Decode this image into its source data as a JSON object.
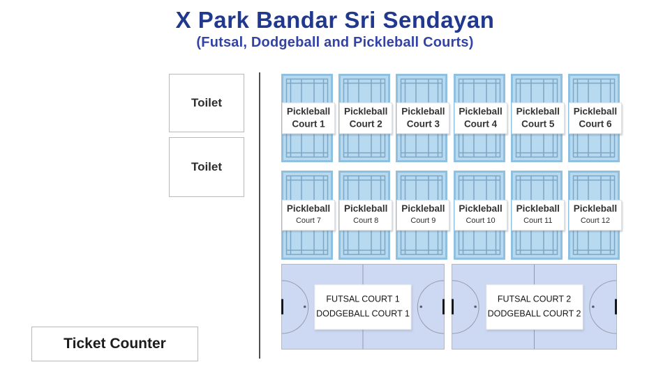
{
  "header": {
    "title": "X Park Bandar Sri Sendayan",
    "subtitle": "(Futsal, Dodgeball and Pickleball Courts)"
  },
  "facilities": {
    "toilet_1": "Toilet",
    "toilet_2": "Toilet",
    "ticket_counter": "Ticket Counter"
  },
  "pickleball": {
    "courts": [
      {
        "line1": "Pickleball",
        "line2": "Court 1"
      },
      {
        "line1": "Pickleball",
        "line2": "Court 2"
      },
      {
        "line1": "Pickleball",
        "line2": "Court 3"
      },
      {
        "line1": "Pickleball",
        "line2": "Court 4"
      },
      {
        "line1": "Pickleball",
        "line2": "Court 5"
      },
      {
        "line1": "Pickleball",
        "line2": "Court 6"
      },
      {
        "line1": "Pickleball",
        "line2": "Court 7"
      },
      {
        "line1": "Pickleball",
        "line2": "Court 8"
      },
      {
        "line1": "Pickleball",
        "line2": "Court 9"
      },
      {
        "line1": "Pickleball",
        "line2": "Court 10"
      },
      {
        "line1": "Pickleball",
        "line2": "Court 11"
      },
      {
        "line1": "Pickleball",
        "line2": "Court 12"
      }
    ]
  },
  "futsal": [
    {
      "line1": "FUTSAL COURT 1",
      "line2": "DODGEBALL COURT 1"
    },
    {
      "line1": "FUTSAL COURT 2",
      "line2": "DODGEBALL COURT 2"
    }
  ],
  "colors": {
    "title_blue": "#21388f",
    "subtitle_blue": "#3343a4",
    "pickleball_fill": "#b7daf1",
    "pickleball_border": "#8fc0e0",
    "pickleball_lines": "#7da6c4",
    "futsal_fill": "#cdd9f2",
    "futsal_border": "#b3b8c6",
    "futsal_lines": "#9298a8",
    "goal_black": "#161616",
    "divider_gray": "#4f4f4f"
  }
}
